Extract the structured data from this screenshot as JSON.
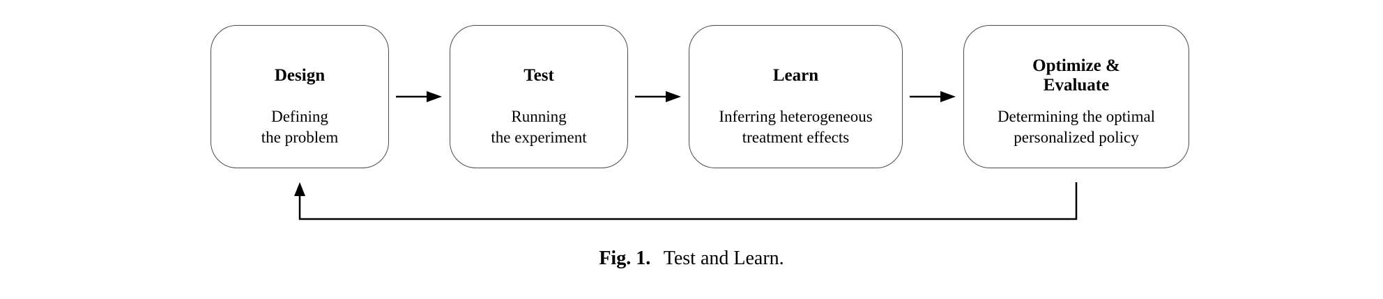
{
  "steps": [
    {
      "id": "design",
      "title": [
        "Design"
      ],
      "desc": [
        "Defining",
        "the problem"
      ]
    },
    {
      "id": "test",
      "title": [
        "Test"
      ],
      "desc": [
        "Running",
        "the experiment"
      ]
    },
    {
      "id": "learn",
      "title": [
        "Learn"
      ],
      "desc": [
        "Inferring heterogeneous",
        "treatment effects"
      ]
    },
    {
      "id": "optimize",
      "title": [
        "Optimize &",
        "Evaluate"
      ],
      "desc": [
        "Determining the optimal",
        "personalized policy"
      ]
    }
  ],
  "caption": {
    "label": "Fig. 1.",
    "text": "Test and Learn."
  },
  "colors": {
    "box_border": "#4a4a4a",
    "arrow": "#000000",
    "text": "#000000"
  }
}
